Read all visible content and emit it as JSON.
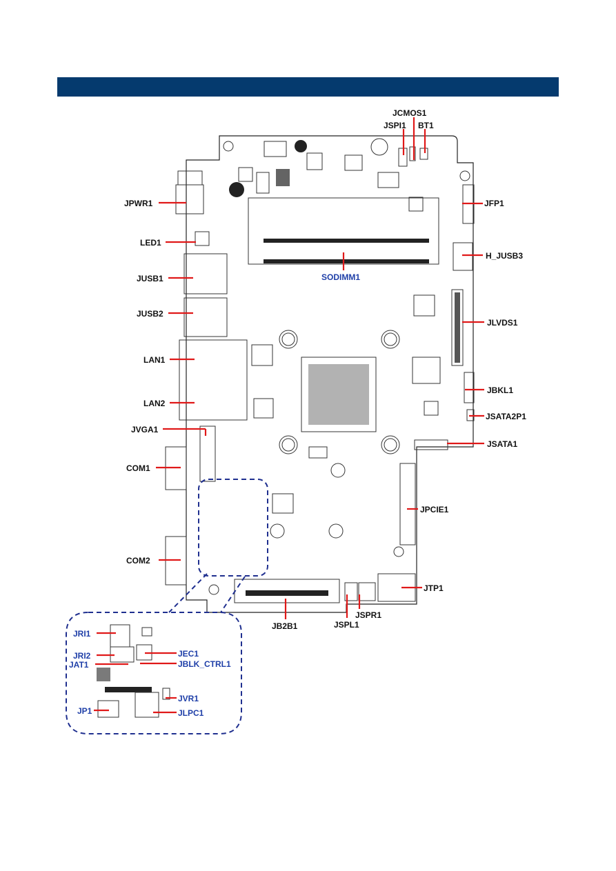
{
  "header": {
    "banner_color": "#053a6e"
  },
  "board_labels": {
    "jcmos1": "JCMOS1",
    "jspi1": "JSPI1",
    "bt1": "BT1",
    "jpwr1": "JPWR1",
    "jfp1": "JFP1",
    "led1": "LED1",
    "h_jusb3": "H_JUSB3",
    "sodimm1": "SODIMM1",
    "jusb1": "JUSB1",
    "jusb2": "JUSB2",
    "jlvds1": "JLVDS1",
    "lan1": "LAN1",
    "lan2": "LAN2",
    "jbkl1": "JBKL1",
    "jsata2p1": "JSATA2P1",
    "jvga1": "JVGA1",
    "jsata1": "JSATA1",
    "com1": "COM1",
    "jpcie1": "JPCIE1",
    "com2": "COM2",
    "jtp1": "JTP1",
    "jspr1": "JSPR1",
    "jb2b1": "JB2B1",
    "jspl1": "JSPL1"
  },
  "inset_labels": {
    "jri1": "JRI1",
    "jri2": "JRI2",
    "jat1": "JAT1",
    "jec1": "JEC1",
    "jblk_ctrl1": "JBLK_CTRL1",
    "jvr1": "JVR1",
    "jp1": "JP1",
    "jlpc1": "JLPC1"
  },
  "colors": {
    "leader": "#e01818",
    "inset_text": "#1f3fa8",
    "label_text": "#111111"
  }
}
